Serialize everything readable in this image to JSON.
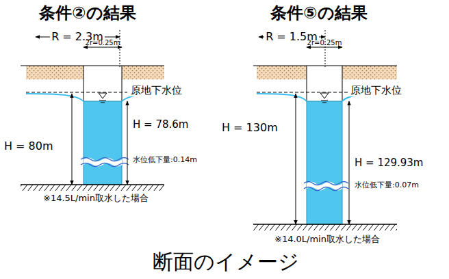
{
  "diagram": {
    "caption": "断面のイメージ",
    "labels": [
      "条件②の結果",
      "R = 2.3m",
      "2r=0.25m",
      "原地下水位",
      "H = 80m",
      "H = 78.6m",
      "水位低下量:0.14m",
      "※14.5L/min取水した場合",
      "条件⑤の結果",
      "R = 1.5m",
      "2r=0.25m",
      "原地下水位",
      "H = 130m",
      "H = 129.93m",
      "水位低下量:0.07m",
      "※14.0L/min取水した場合"
    ]
  }
}
